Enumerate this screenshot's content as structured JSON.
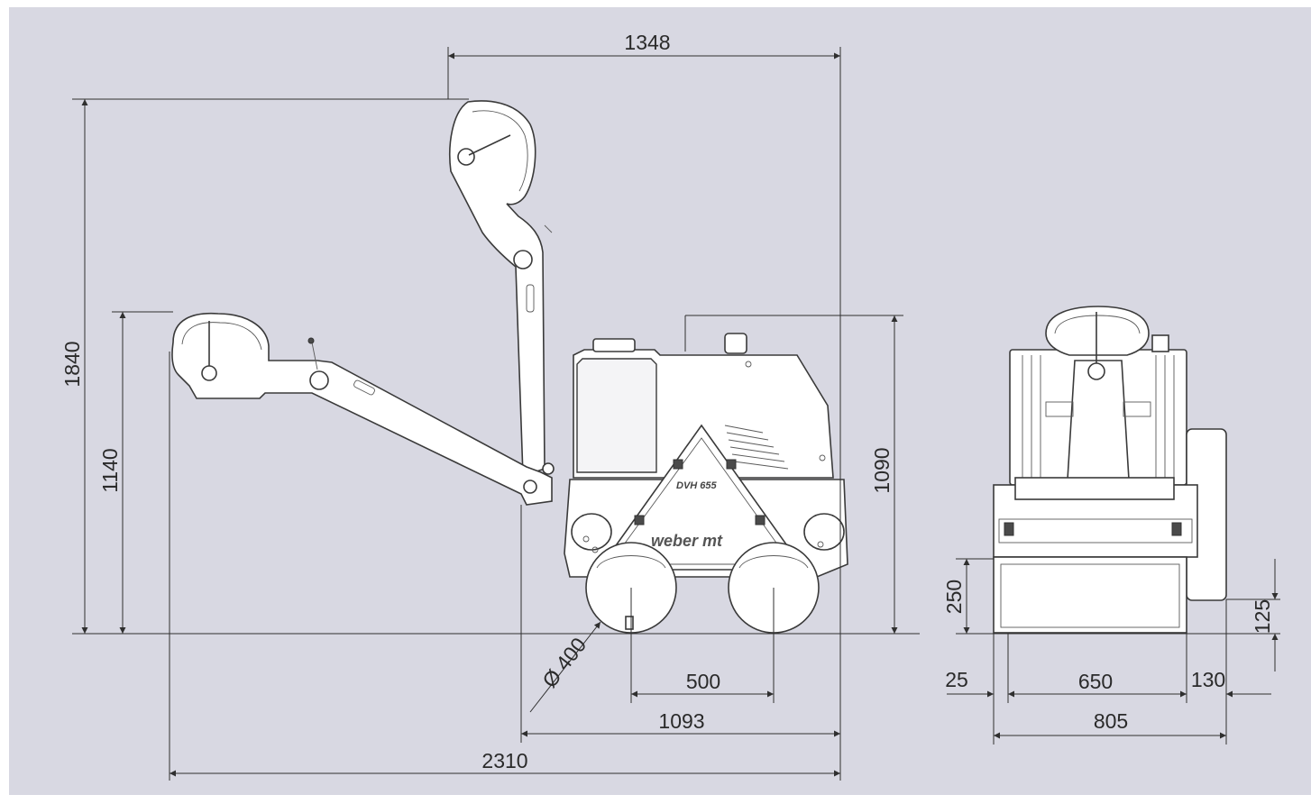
{
  "colors": {
    "background": "#d8d8e2",
    "line": "#2f2f2f",
    "machine": "#ffffff"
  },
  "machine": {
    "brand": "weber mt",
    "model": "DVH 655"
  },
  "dimensions": {
    "handle_width": "1348",
    "overall_height": "1840",
    "handle_height_folded": "1140",
    "body_height": "1090",
    "drum_diameter": "Ø 400",
    "wheelbase": "500",
    "body_length": "1093",
    "overall_length": "2310",
    "drum_height": "250",
    "side_clearance": "125",
    "left_offset": "25",
    "drum_width": "650",
    "right_offset": "130",
    "overall_width": "805"
  }
}
